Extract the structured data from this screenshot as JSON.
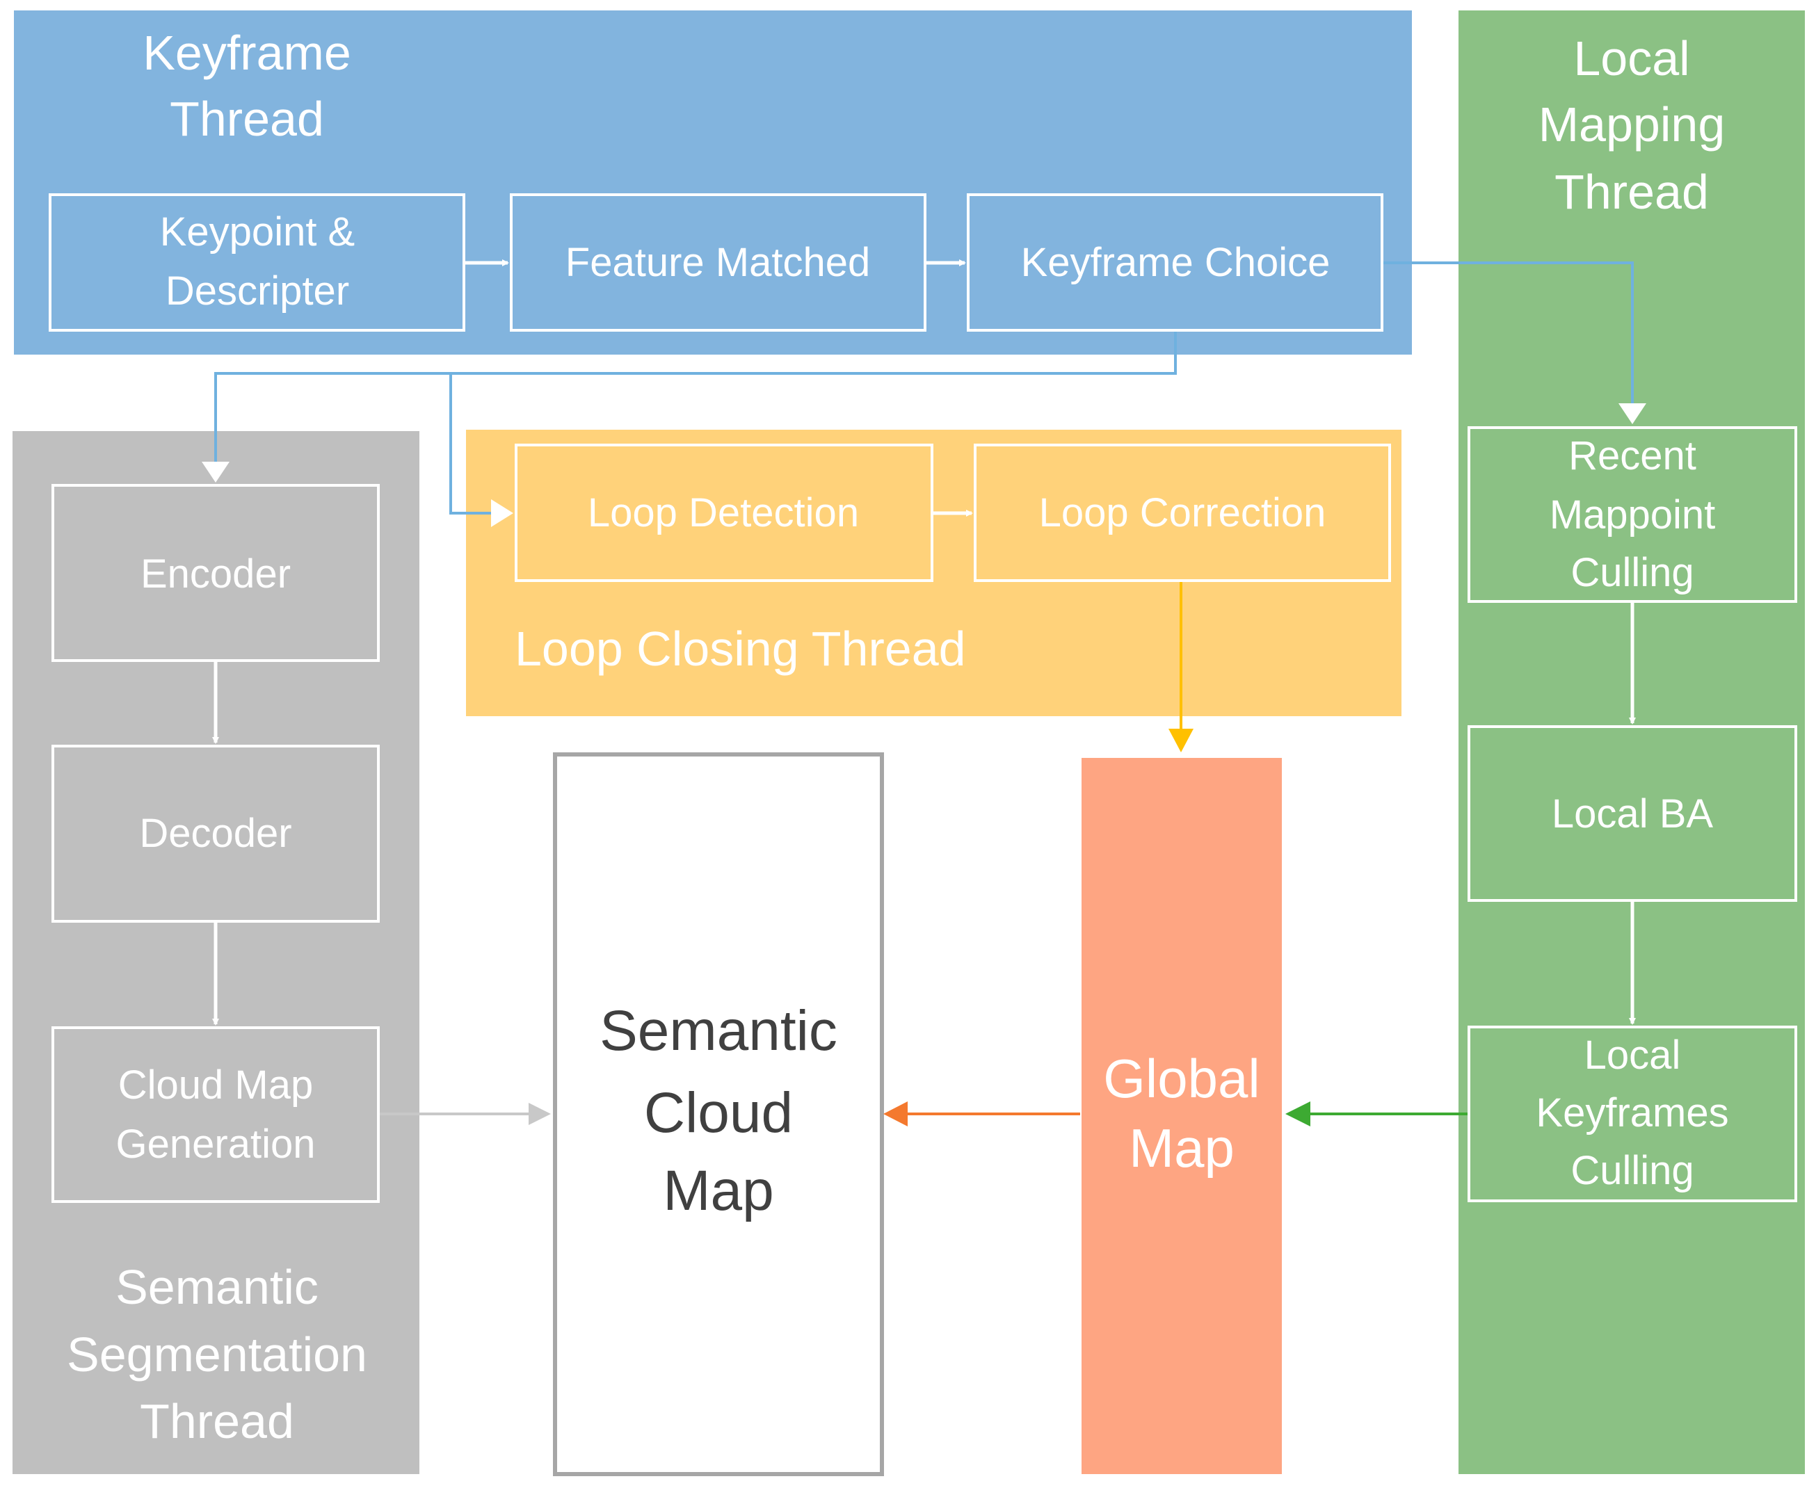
{
  "colors": {
    "keyframe_thread": "#82b4de",
    "keyframe_stroke": "#ffffff",
    "local_mapping_thread": "#8bc184",
    "loop_closing_thread": "#ffd27a",
    "semantic_thread": "#bfbfbf",
    "global_map": "#fea582",
    "semantic_map_border": "#a6a6a6",
    "arrow_blue": "#6fb1df",
    "arrow_yellow": "#ffc000",
    "arrow_green": "#3daa32",
    "arrow_orange": "#f4792e",
    "arrow_grey": "#c8c8c8",
    "arrow_white": "#ffffff"
  },
  "keyframe_thread": {
    "title_line1": "Keyframe",
    "title_line2": "Thread",
    "box1_line1": "Keypoint &",
    "box1_line2": "Descripter",
    "box2": "Feature Matched",
    "box3": "Keyframe Choice"
  },
  "local_mapping_thread": {
    "title_line1": "Local",
    "title_line2": "Mapping",
    "title_line3": "Thread",
    "box1_line1": "Recent",
    "box1_line2": "Mappoint",
    "box1_line3": "Culling",
    "box2": "Local BA",
    "box3_line1": "Local",
    "box3_line2": "Keyframes",
    "box3_line3": "Culling"
  },
  "loop_closing_thread": {
    "title": "Loop Closing Thread",
    "box1": "Loop Detection",
    "box2": "Loop Correction"
  },
  "semantic_segmentation_thread": {
    "title_line1": "Semantic",
    "title_line2": "Segmentation",
    "title_line3": "Thread",
    "box1": "Encoder",
    "box2": "Decoder",
    "box3_line1": "Cloud Map",
    "box3_line2": "Generation"
  },
  "global_map": {
    "line1": "Global",
    "line2": "Map"
  },
  "semantic_cloud_map": {
    "line1": "Semantic",
    "line2": "Cloud",
    "line3": "Map"
  }
}
